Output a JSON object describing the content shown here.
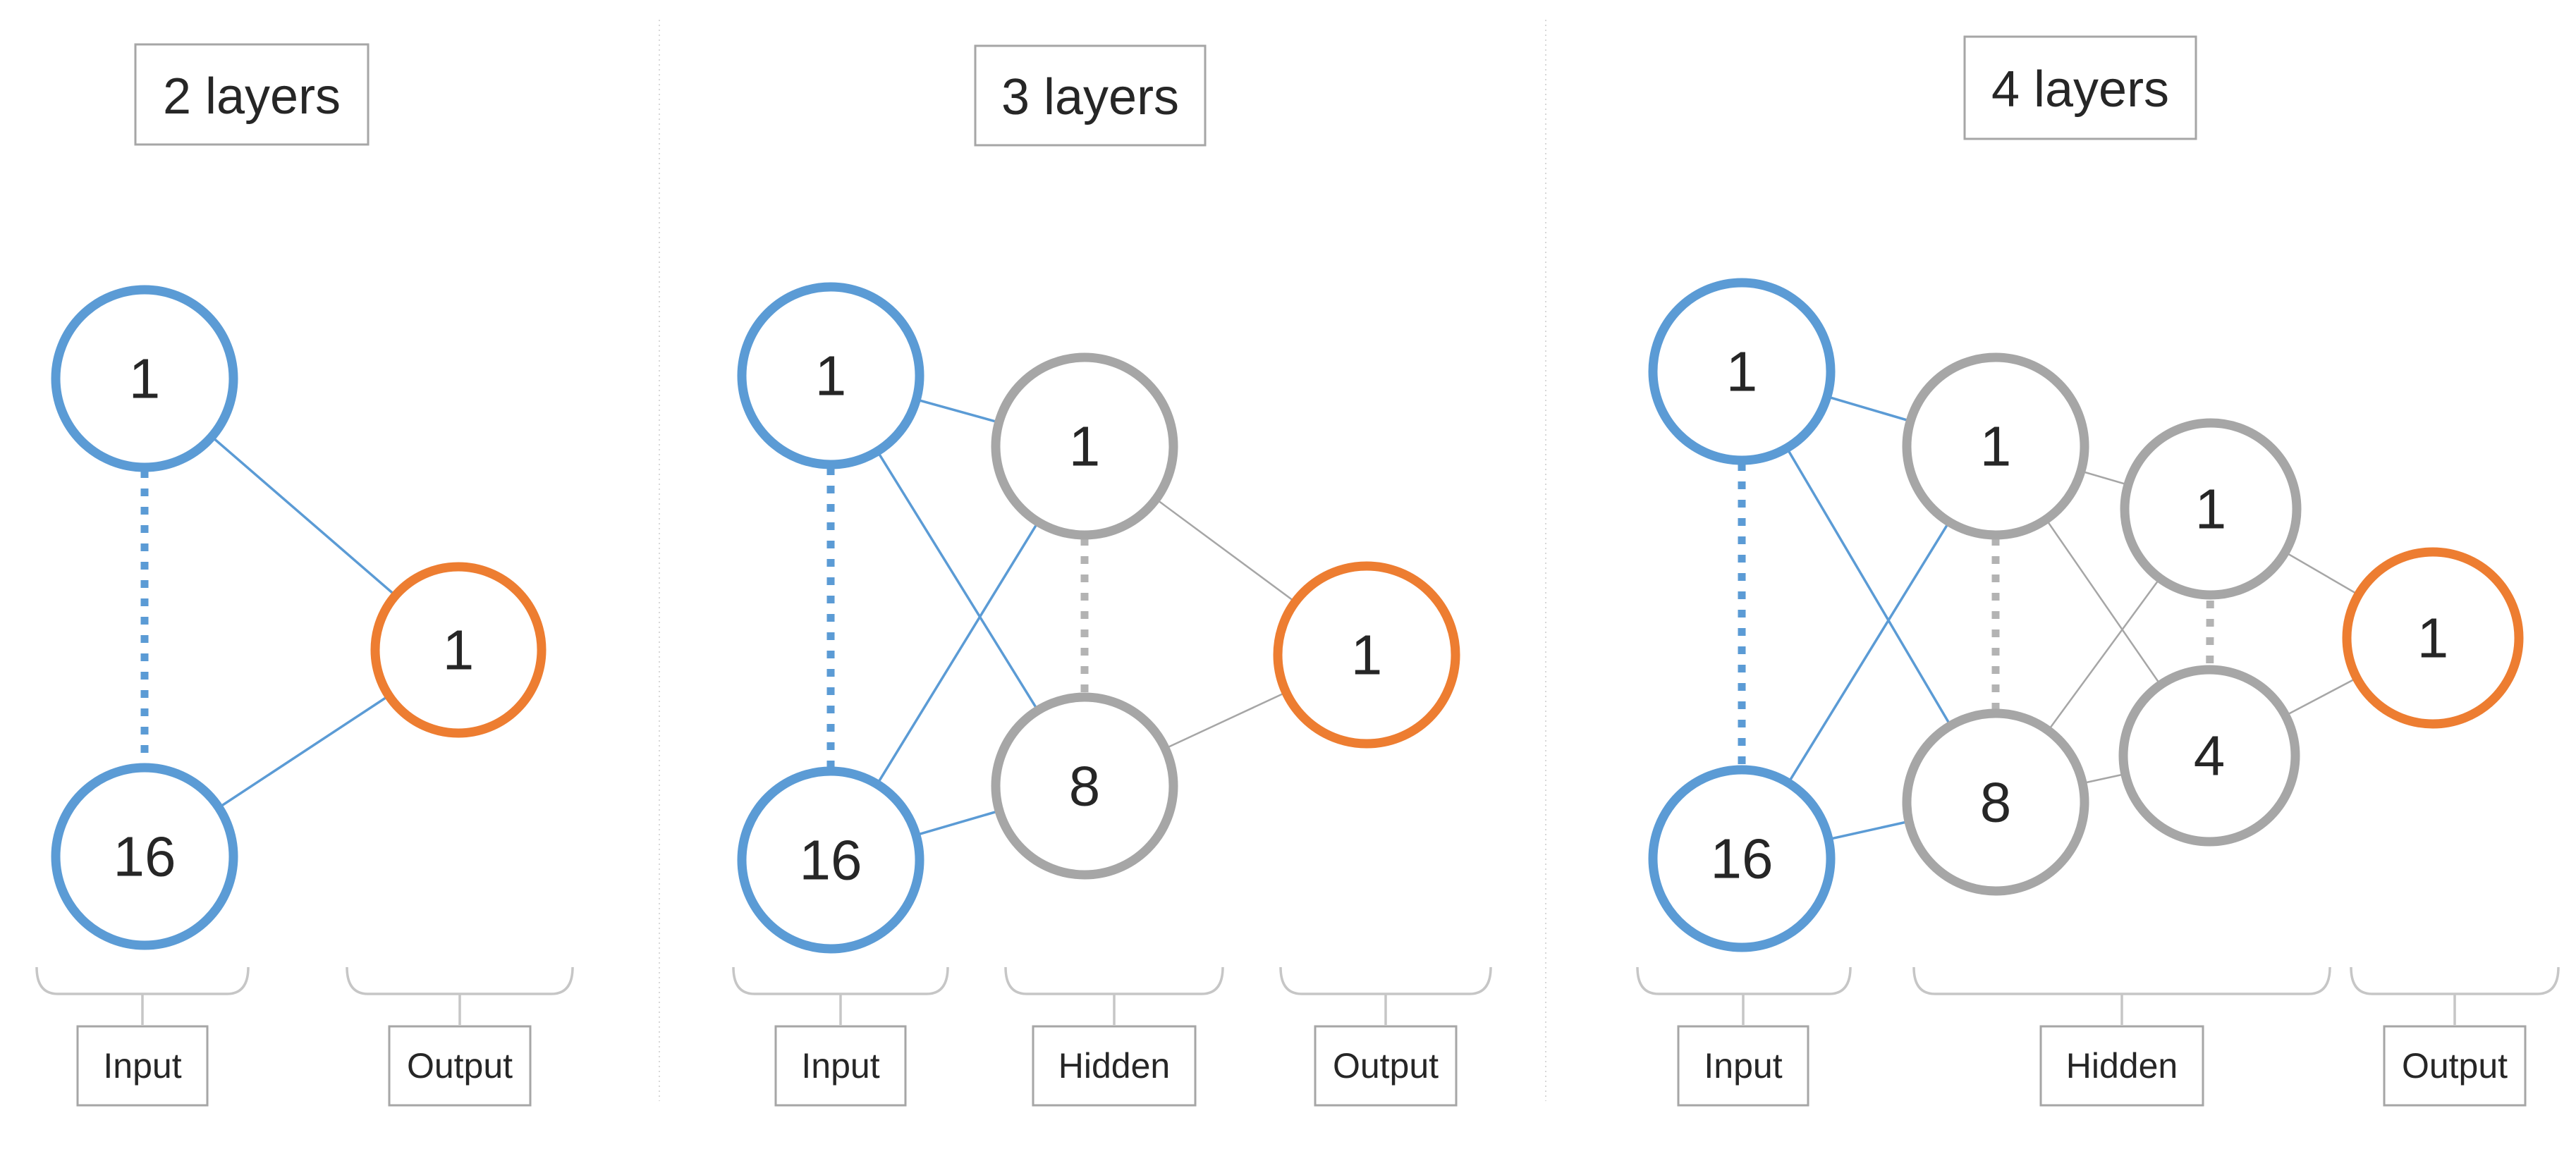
{
  "panels": [
    {
      "title": "2 layers",
      "input_nodes": [
        "1",
        "16"
      ],
      "hidden_layers": [],
      "output_node": "1",
      "labels": {
        "input": "Input",
        "output": "Output"
      }
    },
    {
      "title": "3 layers",
      "input_nodes": [
        "1",
        "16"
      ],
      "hidden_layers": [
        [
          "1",
          "8"
        ]
      ],
      "output_node": "1",
      "labels": {
        "input": "Input",
        "hidden": "Hidden",
        "output": "Output"
      }
    },
    {
      "title": "4 layers",
      "input_nodes": [
        "1",
        "16"
      ],
      "hidden_layers": [
        [
          "1",
          "8"
        ],
        [
          "1",
          "4"
        ]
      ],
      "output_node": "1",
      "labels": {
        "input": "Input",
        "hidden": "Hidden",
        "output": "Output"
      }
    }
  ],
  "colors": {
    "input_node": "#5B9BD5",
    "hidden_node": "#A6A6A6",
    "output_node": "#ED7D31",
    "text": "#262626"
  }
}
